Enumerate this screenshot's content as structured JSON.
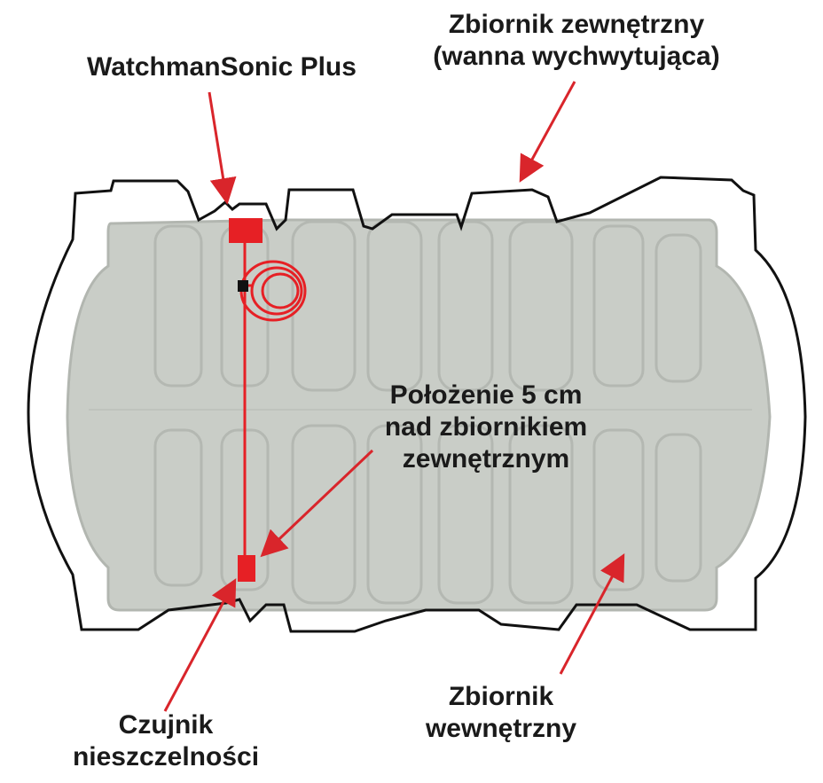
{
  "labels": {
    "sensor_unit": "WatchmanSonic Plus",
    "outer_tank_line1": "Zbiornik zewnętrzny",
    "outer_tank_line2": "(wanna wychwytująca)",
    "position_line1": "Położenie 5 cm",
    "position_line2": "nad zbiornikiem",
    "position_line3": "zewnętrznym",
    "leak_sensor_line1": "Czujnik",
    "leak_sensor_line2": "nieszczelności",
    "inner_tank_line1": "Zbiornik",
    "inner_tank_line2": "wewnętrzny"
  },
  "colors": {
    "arrow": "#d9252b",
    "device": "#e62025",
    "cable": "#e62025",
    "inner_tank_fill": "#c9cdc7",
    "inner_tank_stroke": "#b2b6b0",
    "outer_tank_stroke": "#111111",
    "text": "#1a1a1a"
  }
}
